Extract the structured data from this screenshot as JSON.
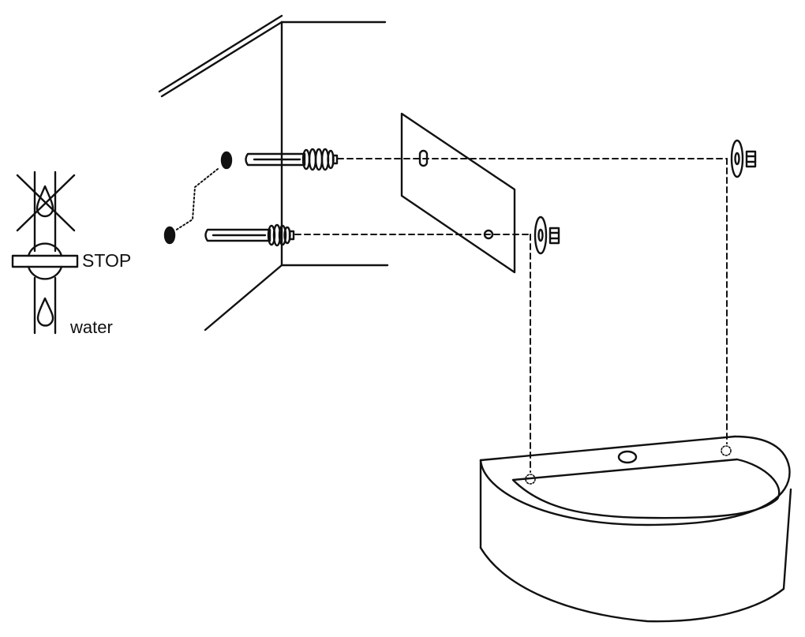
{
  "labels": {
    "stop": "STOP",
    "water": "water"
  },
  "icons": {
    "water_valve": "valve-icon",
    "drop_crossed": "crossed-water-drop-icon",
    "drop": "water-drop-icon",
    "wall": "wall-corner",
    "mounting_plate": "mounting-plate",
    "anchor_bolt": "anchor-bolt-icon",
    "washer": "washer-icon",
    "nut": "nut-icon",
    "drill_hole": "drill-hole-icon",
    "basin": "wall-hung-basin"
  },
  "colors": {
    "stroke": "#111111",
    "background": "#ffffff"
  }
}
